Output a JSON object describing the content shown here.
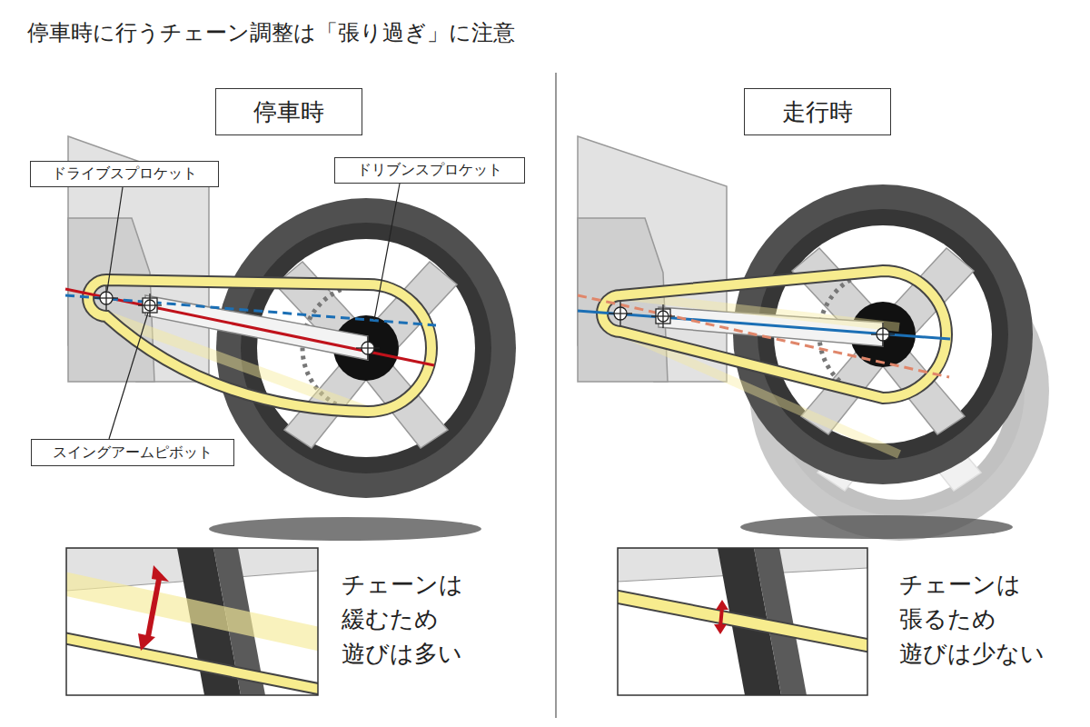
{
  "diagram": {
    "title": "停車時に行うチェーン調整は「張り過ぎ」に注意",
    "nodes": [
      {
        "text": [
          "停車時"
        ]
      },
      {
        "text": [
          "ドライブスプロケット"
        ]
      },
      {
        "text": [
          "ドリブンスプロケット"
        ]
      },
      {
        "text": [
          "スイングアームピボット"
        ]
      },
      {
        "text": [
          "走行時"
        ]
      }
    ],
    "labels": [
      "チェーンは 緩むため 遊びは多い",
      "チェーンは 張るため 遊びは少ない"
    ]
  }
}
